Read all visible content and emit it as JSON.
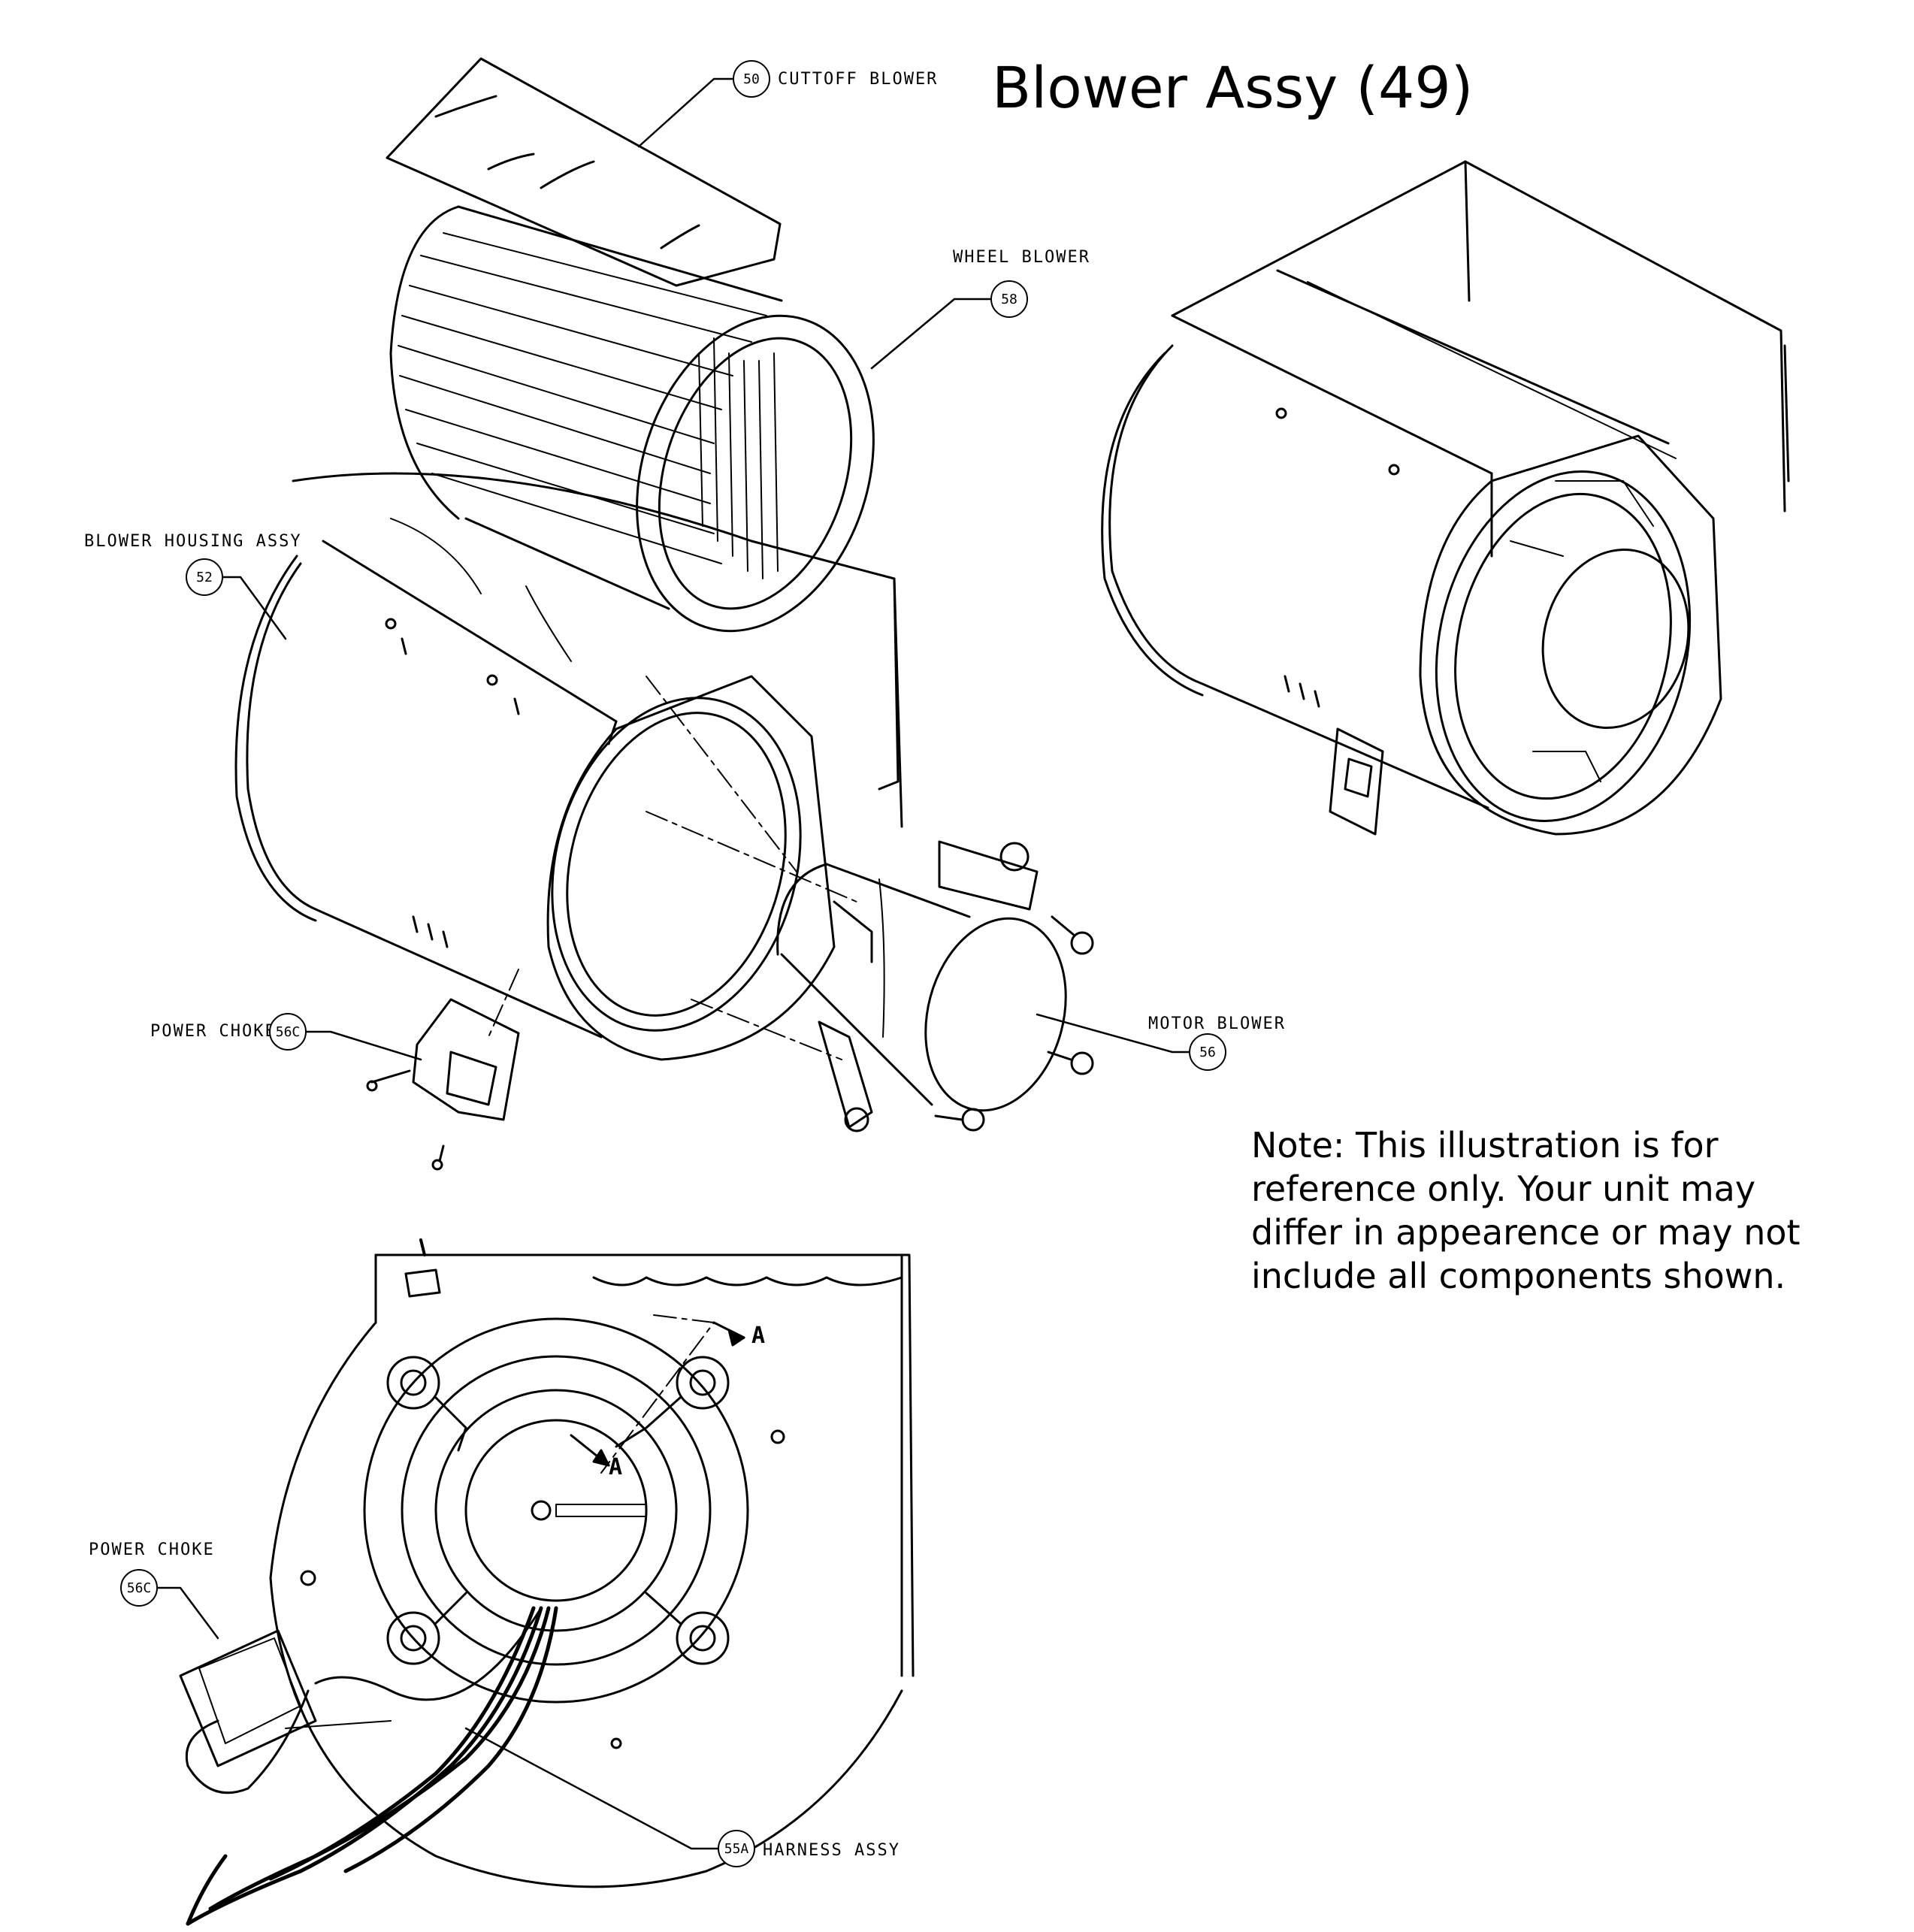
{
  "title": "Blower Assy (49)",
  "note": {
    "lines": [
      "Note: This illustration is for",
      "reference only. Your unit may",
      "differ in appearence or may not",
      "include all components shown."
    ]
  },
  "callouts": {
    "cutoff": {
      "num": "50",
      "label": "CUTTOFF BLOWER"
    },
    "wheel": {
      "num": "58",
      "label": "WHEEL BLOWER"
    },
    "housing": {
      "num": "52",
      "label": "BLOWER HOUSING ASSY"
    },
    "choke_top": {
      "num": "56C",
      "label": "POWER CHOKE"
    },
    "motor": {
      "num": "56",
      "label": "MOTOR BLOWER"
    },
    "choke_bottom": {
      "num": "56C",
      "label": "POWER CHOKE"
    },
    "harness": {
      "num": "55A",
      "label": "HARNESS ASSY"
    }
  },
  "section_marks": [
    "A",
    "A"
  ],
  "colors": {
    "line": "#000000",
    "background": "#ffffff"
  }
}
